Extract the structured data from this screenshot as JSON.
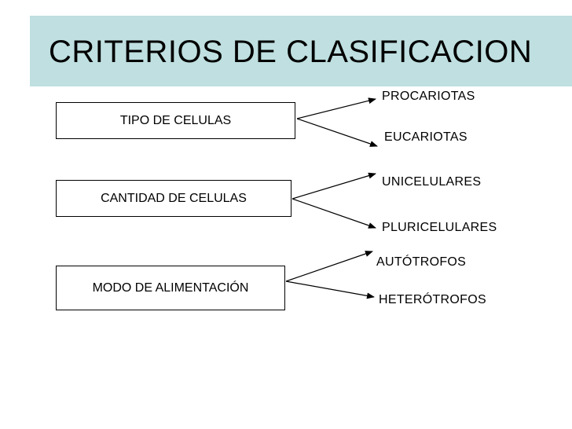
{
  "slide": {
    "title": "CRITERIOS DE CLASIFICACION",
    "title_bar_color": "#bfdfe0"
  },
  "criteria": [
    {
      "label": "TIPO DE CELULAS",
      "branches": [
        "PROCARIOTAS",
        "EUCARIOTAS"
      ]
    },
    {
      "label": "CANTIDAD DE CELULAS",
      "branches": [
        "UNICELULARES",
        "PLURICELULARES"
      ]
    },
    {
      "label": "MODO DE ALIMENTACIÓN",
      "branches": [
        "AUTÓTROFOS",
        "HETERÓTROFOS"
      ]
    }
  ]
}
